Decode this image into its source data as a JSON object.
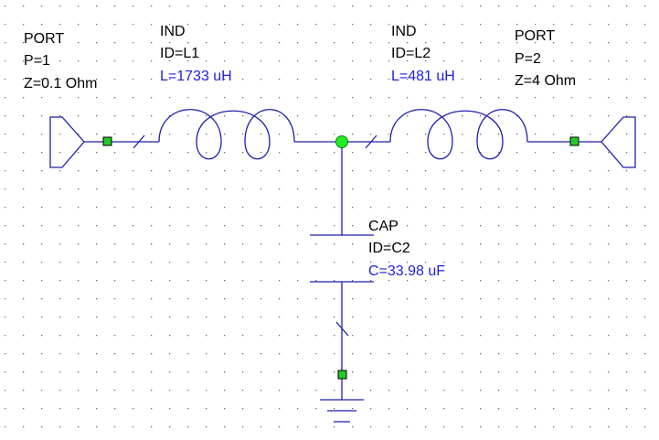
{
  "components": {
    "port1": {
      "type_label": "PORT",
      "p_label": "P=1",
      "z_label": "Z=0.1 Ohm"
    },
    "port2": {
      "type_label": "PORT",
      "p_label": "P=2",
      "z_label": "Z=4 Ohm"
    },
    "ind1": {
      "type_label": "IND",
      "id_label": "ID=L1",
      "value_label": "L=1733 uH"
    },
    "ind2": {
      "type_label": "IND",
      "id_label": "ID=L2",
      "value_label": "L=481 uH"
    },
    "cap": {
      "type_label": "CAP",
      "id_label": "ID=C2",
      "value_label": "C=33.98 uF"
    }
  },
  "colors": {
    "wire": "#1f1fad",
    "parameter_text": "#1f1fe0",
    "label_text": "#000000",
    "node_fill": "#22cc22",
    "grid_dot": "#6a6a6a"
  },
  "icons": [
    "port-icon",
    "inductor-icon",
    "capacitor-icon",
    "ground-icon"
  ]
}
